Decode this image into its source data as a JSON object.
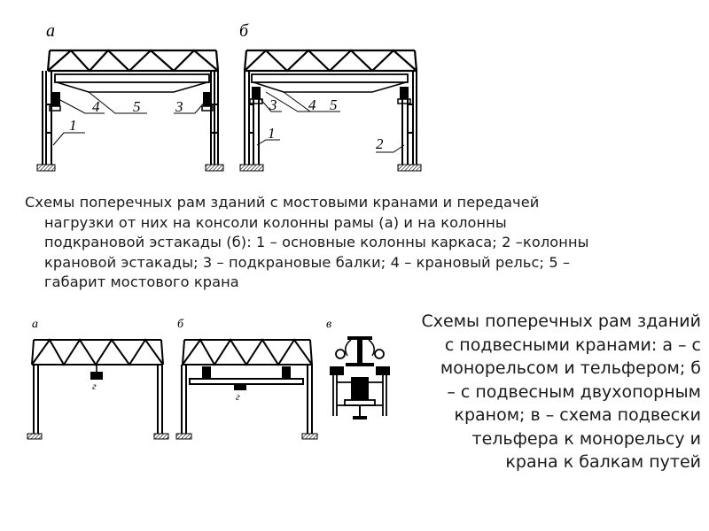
{
  "top": {
    "label_a": "а",
    "label_b": "б",
    "numbers": {
      "n1a": "1",
      "n4a": "4",
      "n5a": "5",
      "n3a": "3",
      "n3b": "3",
      "n4b": "4",
      "n5b": "5",
      "n1b": "1",
      "n2b": "2"
    },
    "caption": {
      "line1": "Схемы поперечных рам зданий с мостовыми кранами и передачей",
      "line2": "нагрузки от них на консоли колонны рамы (а) и на колонны",
      "line3": "подкрановой эстакады (б): 1 – основные колонны каркаса; 2 –колонны",
      "line4": "крановой эстакады; 3 – подкрановые балки; 4 – крановый рельс; 5 –",
      "line5": "габарит мостового крана"
    }
  },
  "bottom": {
    "label_a": "а",
    "label_b": "б",
    "label_v": "в",
    "crane_mark_a": "г",
    "crane_mark_b": "г",
    "caption": {
      "line1": "Схемы поперечных рам зданий",
      "line2": "с подвесными кранами: а – с",
      "line3": "монорельсом и тельфером; б",
      "line4": "– с подвесным двухопорным",
      "line5": "краном; в – схема подвески",
      "line6": "тельфера к монорельсу и",
      "line7": "крана к балкам путей"
    }
  },
  "colors": {
    "ink": "#000000",
    "text": "#1a1a1a",
    "background": "#ffffff"
  }
}
